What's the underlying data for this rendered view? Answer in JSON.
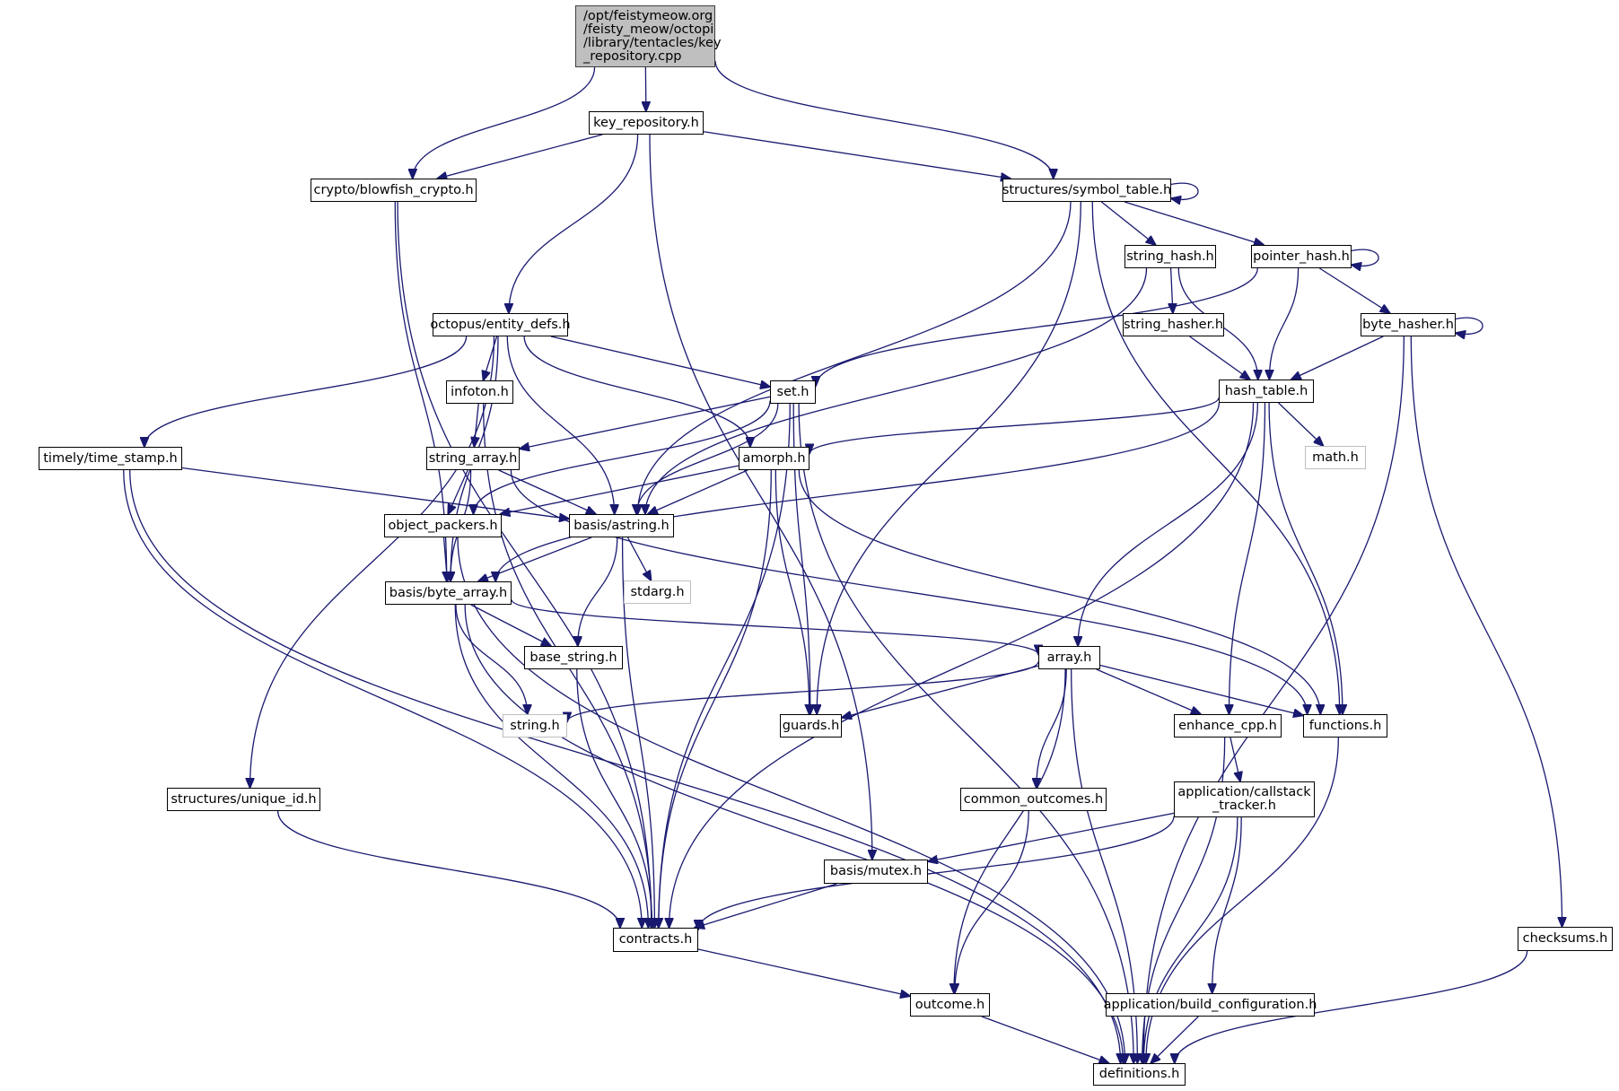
{
  "title": "Include dependency graph for key_repository.cpp",
  "colors": {
    "edge": "#191970",
    "root_fill": "#bfbfbf",
    "node_border": "#000000",
    "external_border": "#bfbfbf"
  },
  "nodes": [
    {
      "id": "root",
      "label": "/opt/feistymeow.org\n/feisty_meow/octopi\n/library/tentacles/key\n_repository.cpp",
      "kind": "root"
    },
    {
      "id": "key_repository",
      "label": "key_repository.h"
    },
    {
      "id": "blowfish",
      "label": "crypto/blowfish_crypto.h"
    },
    {
      "id": "symbol_table",
      "label": "structures/symbol_table.h"
    },
    {
      "id": "string_hash",
      "label": "string_hash.h"
    },
    {
      "id": "pointer_hash",
      "label": "pointer_hash.h"
    },
    {
      "id": "entity_defs",
      "label": "octopus/entity_defs.h"
    },
    {
      "id": "string_hasher",
      "label": "string_hasher.h"
    },
    {
      "id": "byte_hasher",
      "label": "byte_hasher.h"
    },
    {
      "id": "infoton",
      "label": "infoton.h"
    },
    {
      "id": "set",
      "label": "set.h"
    },
    {
      "id": "hash_table",
      "label": "hash_table.h"
    },
    {
      "id": "time_stamp",
      "label": "timely/time_stamp.h"
    },
    {
      "id": "string_array",
      "label": "string_array.h"
    },
    {
      "id": "amorph",
      "label": "amorph.h"
    },
    {
      "id": "math",
      "label": "math.h",
      "kind": "external"
    },
    {
      "id": "object_packers",
      "label": "object_packers.h"
    },
    {
      "id": "astring",
      "label": "basis/astring.h"
    },
    {
      "id": "byte_array",
      "label": "basis/byte_array.h"
    },
    {
      "id": "stdarg",
      "label": "stdarg.h",
      "kind": "external"
    },
    {
      "id": "base_string",
      "label": "base_string.h"
    },
    {
      "id": "array",
      "label": "array.h"
    },
    {
      "id": "string",
      "label": "string.h",
      "kind": "external"
    },
    {
      "id": "guards",
      "label": "guards.h"
    },
    {
      "id": "enhance_cpp",
      "label": "enhance_cpp.h"
    },
    {
      "id": "functions",
      "label": "functions.h"
    },
    {
      "id": "unique_id",
      "label": "structures/unique_id.h"
    },
    {
      "id": "common_outcomes",
      "label": "common_outcomes.h"
    },
    {
      "id": "callstack_tracker",
      "label": "application/callstack\n_tracker.h"
    },
    {
      "id": "mutex",
      "label": "basis/mutex.h"
    },
    {
      "id": "checksums",
      "label": "checksums.h"
    },
    {
      "id": "contracts",
      "label": "contracts.h"
    },
    {
      "id": "outcome",
      "label": "outcome.h"
    },
    {
      "id": "build_configuration",
      "label": "application/build_configuration.h"
    },
    {
      "id": "definitions",
      "label": "definitions.h"
    }
  ],
  "edges": [
    [
      "root",
      "key_repository"
    ],
    [
      "root",
      "blowfish"
    ],
    [
      "root",
      "symbol_table"
    ],
    [
      "key_repository",
      "blowfish"
    ],
    [
      "key_repository",
      "symbol_table"
    ],
    [
      "key_repository",
      "entity_defs"
    ],
    [
      "key_repository",
      "mutex"
    ],
    [
      "blowfish",
      "byte_array"
    ],
    [
      "blowfish",
      "contracts"
    ],
    [
      "symbol_table",
      "symbol_table"
    ],
    [
      "symbol_table",
      "string_hash"
    ],
    [
      "symbol_table",
      "pointer_hash"
    ],
    [
      "symbol_table",
      "astring"
    ],
    [
      "symbol_table",
      "guards"
    ],
    [
      "symbol_table",
      "functions"
    ],
    [
      "string_hash",
      "string_hasher"
    ],
    [
      "string_hash",
      "hash_table"
    ],
    [
      "string_hash",
      "astring"
    ],
    [
      "pointer_hash",
      "pointer_hash"
    ],
    [
      "pointer_hash",
      "byte_hasher"
    ],
    [
      "pointer_hash",
      "hash_table"
    ],
    [
      "pointer_hash",
      "set"
    ],
    [
      "string_hasher",
      "hash_table"
    ],
    [
      "byte_hasher",
      "byte_hasher"
    ],
    [
      "byte_hasher",
      "hash_table"
    ],
    [
      "byte_hasher",
      "checksums"
    ],
    [
      "byte_hasher",
      "definitions"
    ],
    [
      "entity_defs",
      "infoton"
    ],
    [
      "entity_defs",
      "set"
    ],
    [
      "entity_defs",
      "amorph"
    ],
    [
      "entity_defs",
      "astring"
    ],
    [
      "entity_defs",
      "byte_array"
    ],
    [
      "entity_defs",
      "time_stamp"
    ],
    [
      "entity_defs",
      "unique_id"
    ],
    [
      "infoton",
      "string_array"
    ],
    [
      "infoton",
      "contracts"
    ],
    [
      "set",
      "string_array"
    ],
    [
      "set",
      "astring"
    ],
    [
      "set",
      "object_packers"
    ],
    [
      "set",
      "guards"
    ],
    [
      "set",
      "contracts"
    ],
    [
      "set",
      "definitions"
    ],
    [
      "hash_table",
      "amorph"
    ],
    [
      "hash_table",
      "byte_array"
    ],
    [
      "hash_table",
      "math"
    ],
    [
      "hash_table",
      "array"
    ],
    [
      "hash_table",
      "functions"
    ],
    [
      "hash_table",
      "enhance_cpp"
    ],
    [
      "hash_table",
      "contracts"
    ],
    [
      "time_stamp",
      "astring"
    ],
    [
      "time_stamp",
      "contracts"
    ],
    [
      "time_stamp",
      "definitions"
    ],
    [
      "string_array",
      "object_packers"
    ],
    [
      "string_array",
      "astring"
    ],
    [
      "string_array",
      "byte_array"
    ],
    [
      "string_array",
      "functions"
    ],
    [
      "amorph",
      "object_packers"
    ],
    [
      "amorph",
      "astring"
    ],
    [
      "amorph",
      "guards"
    ],
    [
      "amorph",
      "contracts"
    ],
    [
      "amorph",
      "functions"
    ],
    [
      "object_packers",
      "byte_array"
    ],
    [
      "object_packers",
      "definitions"
    ],
    [
      "astring",
      "byte_array"
    ],
    [
      "astring",
      "stdarg"
    ],
    [
      "astring",
      "base_string"
    ],
    [
      "astring",
      "contracts"
    ],
    [
      "byte_array",
      "array"
    ],
    [
      "byte_array",
      "base_string"
    ],
    [
      "byte_array",
      "string"
    ],
    [
      "byte_array",
      "contracts"
    ],
    [
      "byte_array",
      "definitions"
    ],
    [
      "base_string",
      "contracts"
    ],
    [
      "array",
      "string"
    ],
    [
      "array",
      "guards"
    ],
    [
      "array",
      "enhance_cpp"
    ],
    [
      "array",
      "functions"
    ],
    [
      "array",
      "common_outcomes"
    ],
    [
      "array",
      "outcome"
    ],
    [
      "array",
      "definitions"
    ],
    [
      "enhance_cpp",
      "callstack_tracker"
    ],
    [
      "enhance_cpp",
      "definitions"
    ],
    [
      "functions",
      "definitions"
    ],
    [
      "unique_id",
      "contracts"
    ],
    [
      "common_outcomes",
      "outcome"
    ],
    [
      "callstack_tracker",
      "mutex"
    ],
    [
      "callstack_tracker",
      "contracts"
    ],
    [
      "callstack_tracker",
      "build_configuration"
    ],
    [
      "callstack_tracker",
      "definitions"
    ],
    [
      "mutex",
      "contracts"
    ],
    [
      "checksums",
      "definitions"
    ],
    [
      "contracts",
      "outcome"
    ],
    [
      "outcome",
      "definitions"
    ],
    [
      "build_configuration",
      "definitions"
    ]
  ]
}
